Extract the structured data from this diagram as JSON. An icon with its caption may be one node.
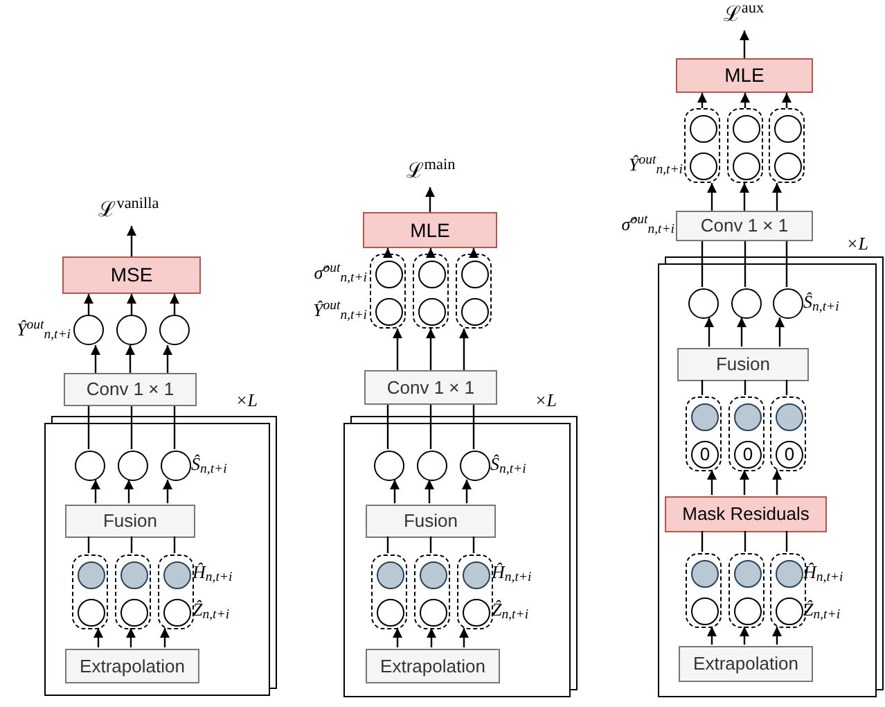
{
  "diagram": {
    "nodes": [
      {
        "text": [
          "ℒ$^{vanilla}$"
        ]
      },
      {
        "text": [
          "MSE"
        ]
      },
      {
        "text": [],
        "shape": "circle",
        "beside": [
          "Ŷ$^{out}$$_{n,t+i}$"
        ]
      },
      {
        "text": [],
        "shape": "circle"
      },
      {
        "text": [],
        "shape": "circle"
      },
      {
        "text": [
          "Conv 1 × 1"
        ]
      },
      {
        "text": [],
        "shape": "box",
        "beside": [
          "×*L*"
        ]
      },
      {
        "text": [],
        "shape": "circle",
        "in": 6
      },
      {
        "text": [],
        "shape": "circle",
        "in": 6
      },
      {
        "text": [],
        "shape": "circle",
        "in": 6,
        "beside": [
          "Ŝ$_{n,t+i}$"
        ]
      },
      {
        "text": [
          "Fusion"
        ],
        "in": 6
      },
      {
        "text": [],
        "shape": "box",
        "in": 6
      },
      {
        "text": [],
        "shape": "circle",
        "in": 11
      },
      {
        "text": [],
        "shape": "circle",
        "in": 11
      },
      {
        "text": [],
        "shape": "box",
        "in": 6
      },
      {
        "text": [],
        "shape": "circle",
        "in": 14
      },
      {
        "text": [],
        "shape": "circle",
        "in": 14
      },
      {
        "text": [],
        "shape": "box",
        "in": 6,
        "beside": [
          "Ĥ$_{n,t+i}$",
          "Ẑ$_{n,t+i}$"
        ]
      },
      {
        "text": [],
        "shape": "circle",
        "in": 17
      },
      {
        "text": [],
        "shape": "circle",
        "in": 17
      },
      {
        "text": [
          "Extrapolation"
        ],
        "in": 6
      },
      {
        "text": [
          "ℒ$^{main}$"
        ]
      },
      {
        "text": [
          "MLE"
        ]
      },
      {
        "text": [],
        "shape": "box",
        "beside": [
          "σ̂$^{out}$$_{n,t+i}$",
          "Ŷ$^{out}$$_{n,t+i}$"
        ]
      },
      {
        "text": [],
        "shape": "circle",
        "in": 23
      },
      {
        "text": [],
        "shape": "circle",
        "in": 23
      },
      {
        "text": [],
        "shape": "box"
      },
      {
        "text": [],
        "shape": "circle",
        "in": 26
      },
      {
        "text": [],
        "shape": "circle",
        "in": 26
      },
      {
        "text": [],
        "shape": "box"
      },
      {
        "text": [],
        "shape": "circle",
        "in": 29
      },
      {
        "text": [],
        "shape": "circle",
        "in": 29
      },
      {
        "text": [
          "Conv 1 × 1"
        ]
      },
      {
        "text": [],
        "shape": "box",
        "beside": [
          "×*L*"
        ]
      },
      {
        "text": [],
        "shape": "circle",
        "in": 33
      },
      {
        "text": [],
        "shape": "circle",
        "in": 33
      },
      {
        "text": [],
        "shape": "circle",
        "in": 33,
        "beside": [
          "Ŝ$_{n,t+i}$"
        ]
      },
      {
        "text": [
          "Fusion"
        ],
        "in": 33
      },
      {
        "text": [],
        "shape": "box",
        "in": 33
      },
      {
        "text": [],
        "shape": "circle",
        "in": 38
      },
      {
        "text": [],
        "shape": "circle",
        "in": 38
      },
      {
        "text": [],
        "shape": "box",
        "in": 33
      },
      {
        "text": [],
        "shape": "circle",
        "in": 41
      },
      {
        "text": [],
        "shape": "circle",
        "in": 41
      },
      {
        "text": [],
        "shape": "box",
        "in": 33,
        "beside": [
          "Ĥ$_{n,t+i}$",
          "Ẑ$_{n,t+i}$"
        ]
      },
      {
        "text": [],
        "shape": "circle",
        "in": 44
      },
      {
        "text": [],
        "shape": "circle",
        "in": 44
      },
      {
        "text": [
          "Extrapolation"
        ],
        "in": 33
      },
      {
        "text": [
          "ℒ$^{aux}$"
        ]
      },
      {
        "text": [
          "MLE"
        ]
      },
      {
        "text": [],
        "shape": "box",
        "beside": [
          "Ŷ$^{out}$$_{n,t+i}$"
        ]
      },
      {
        "text": [],
        "shape": "circle",
        "in": 50
      },
      {
        "text": [],
        "shape": "circle",
        "in": 50
      },
      {
        "text": [],
        "shape": "box"
      },
      {
        "text": [],
        "shape": "circle",
        "in": 53
      },
      {
        "text": [],
        "shape": "circle",
        "in": 53
      },
      {
        "text": [],
        "shape": "box"
      },
      {
        "text": [],
        "shape": "circle",
        "in": 56
      },
      {
        "text": [],
        "shape": "circle",
        "in": 56
      },
      {
        "text": [
          "Conv 1 × 1"
        ],
        "beside": [
          "σ̂$^{out}$$_{n,t+i}$"
        ]
      },
      {
        "text": [],
        "shape": "box",
        "beside": [
          "×*L*"
        ]
      },
      {
        "text": [],
        "shape": "circle",
        "in": 60
      },
      {
        "text": [],
        "shape": "circle",
        "in": 60
      },
      {
        "text": [],
        "shape": "circle",
        "in": 60,
        "beside": [
          "Ŝ$_{n,t+i}$"
        ]
      },
      {
        "text": [
          "Fusion"
        ],
        "in": 60
      },
      {
        "text": [],
        "shape": "box",
        "in": 60
      },
      {
        "text": [],
        "shape": "circle",
        "in": 65
      },
      {
        "text": [
          "0"
        ],
        "in": 65
      },
      {
        "text": [],
        "shape": "box",
        "in": 60
      },
      {
        "text": [],
        "shape": "circle",
        "in": 68
      },
      {
        "text": [
          "0"
        ],
        "in": 68
      },
      {
        "text": [],
        "shape": "box",
        "in": 60
      },
      {
        "text": [],
        "shape": "circle",
        "in": 71
      },
      {
        "text": [
          "0"
        ],
        "in": 71
      },
      {
        "text": [
          "Mask Residuals"
        ],
        "in": 60
      },
      {
        "text": [],
        "shape": "box",
        "in": 60
      },
      {
        "text": [],
        "shape": "circle",
        "in": 75
      },
      {
        "text": [],
        "shape": "circle",
        "in": 75
      },
      {
        "text": [],
        "shape": "box",
        "in": 60
      },
      {
        "text": [],
        "shape": "circle",
        "in": 78
      },
      {
        "text": [],
        "shape": "circle",
        "in": 78
      },
      {
        "text": [],
        "shape": "box",
        "in": 60,
        "beside": [
          "Ĥ$_{n,t+i}$",
          "Ẑ$_{n,t+i}$"
        ]
      },
      {
        "text": [],
        "shape": "circle",
        "in": 81
      },
      {
        "text": [],
        "shape": "circle",
        "in": 81
      },
      {
        "text": [
          "Extrapolation"
        ],
        "in": 60
      }
    ],
    "edges": [
      {
        "from": 20,
        "to": 11,
        "arrow": "to"
      },
      {
        "from": 20,
        "to": 14,
        "arrow": "to"
      },
      {
        "from": 20,
        "to": 17,
        "arrow": "to"
      },
      {
        "from": 11,
        "to": 10,
        "arrow": "none"
      },
      {
        "from": 14,
        "to": 10,
        "arrow": "none"
      },
      {
        "from": 17,
        "to": 10,
        "arrow": "none"
      },
      {
        "from": 10,
        "to": 7,
        "arrow": "to"
      },
      {
        "from": 10,
        "to": 8,
        "arrow": "to"
      },
      {
        "from": 10,
        "to": 9,
        "arrow": "to"
      },
      {
        "from": 7,
        "to": 5,
        "arrow": "none"
      },
      {
        "from": 8,
        "to": 5,
        "arrow": "none"
      },
      {
        "from": 9,
        "to": 5,
        "arrow": "none"
      },
      {
        "from": 5,
        "to": 2,
        "arrow": "to"
      },
      {
        "from": 5,
        "to": 3,
        "arrow": "to"
      },
      {
        "from": 5,
        "to": 4,
        "arrow": "to"
      },
      {
        "from": 2,
        "to": 1,
        "arrow": "to"
      },
      {
        "from": 3,
        "to": 1,
        "arrow": "to"
      },
      {
        "from": 4,
        "to": 1,
        "arrow": "to"
      },
      {
        "from": 1,
        "to": 0,
        "arrow": "to"
      },
      {
        "from": 47,
        "to": 38,
        "arrow": "to"
      },
      {
        "from": 47,
        "to": 41,
        "arrow": "to"
      },
      {
        "from": 47,
        "to": 44,
        "arrow": "to"
      },
      {
        "from": 38,
        "to": 37,
        "arrow": "none"
      },
      {
        "from": 41,
        "to": 37,
        "arrow": "none"
      },
      {
        "from": 44,
        "to": 37,
        "arrow": "none"
      },
      {
        "from": 37,
        "to": 34,
        "arrow": "to"
      },
      {
        "from": 37,
        "to": 35,
        "arrow": "to"
      },
      {
        "from": 37,
        "to": 36,
        "arrow": "to"
      },
      {
        "from": 34,
        "to": 32,
        "arrow": "none"
      },
      {
        "from": 35,
        "to": 32,
        "arrow": "none"
      },
      {
        "from": 36,
        "to": 32,
        "arrow": "none"
      },
      {
        "from": 32,
        "to": 23,
        "arrow": "to"
      },
      {
        "from": 32,
        "to": 26,
        "arrow": "to"
      },
      {
        "from": 32,
        "to": 29,
        "arrow": "to"
      },
      {
        "from": 23,
        "to": 22,
        "arrow": "to"
      },
      {
        "from": 26,
        "to": 22,
        "arrow": "to"
      },
      {
        "from": 29,
        "to": 22,
        "arrow": "to"
      },
      {
        "from": 22,
        "to": 21,
        "arrow": "to"
      },
      {
        "from": 84,
        "to": 75,
        "arrow": "to"
      },
      {
        "from": 84,
        "to": 78,
        "arrow": "to"
      },
      {
        "from": 84,
        "to": 81,
        "arrow": "to"
      },
      {
        "from": 75,
        "to": 74,
        "arrow": "none"
      },
      {
        "from": 78,
        "to": 74,
        "arrow": "none"
      },
      {
        "from": 81,
        "to": 74,
        "arrow": "none"
      },
      {
        "from": 74,
        "to": 65,
        "arrow": "to"
      },
      {
        "from": 74,
        "to": 68,
        "arrow": "to"
      },
      {
        "from": 74,
        "to": 71,
        "arrow": "to"
      },
      {
        "from": 65,
        "to": 64,
        "arrow": "none"
      },
      {
        "from": 68,
        "to": 64,
        "arrow": "none"
      },
      {
        "from": 71,
        "to": 64,
        "arrow": "none"
      },
      {
        "from": 64,
        "to": 61,
        "arrow": "to"
      },
      {
        "from": 64,
        "to": 62,
        "arrow": "to"
      },
      {
        "from": 64,
        "to": 63,
        "arrow": "to"
      },
      {
        "from": 61,
        "to": 59,
        "arrow": "none"
      },
      {
        "from": 62,
        "to": 59,
        "arrow": "none"
      },
      {
        "from": 63,
        "to": 59,
        "arrow": "none"
      },
      {
        "from": 59,
        "to": 50,
        "arrow": "to"
      },
      {
        "from": 59,
        "to": 53,
        "arrow": "to"
      },
      {
        "from": 59,
        "to": 56,
        "arrow": "to"
      },
      {
        "from": 50,
        "to": 49,
        "arrow": "to"
      },
      {
        "from": 53,
        "to": 49,
        "arrow": "to"
      },
      {
        "from": 56,
        "to": 49,
        "arrow": "to"
      },
      {
        "from": 49,
        "to": 48,
        "arrow": "to"
      }
    ]
  }
}
